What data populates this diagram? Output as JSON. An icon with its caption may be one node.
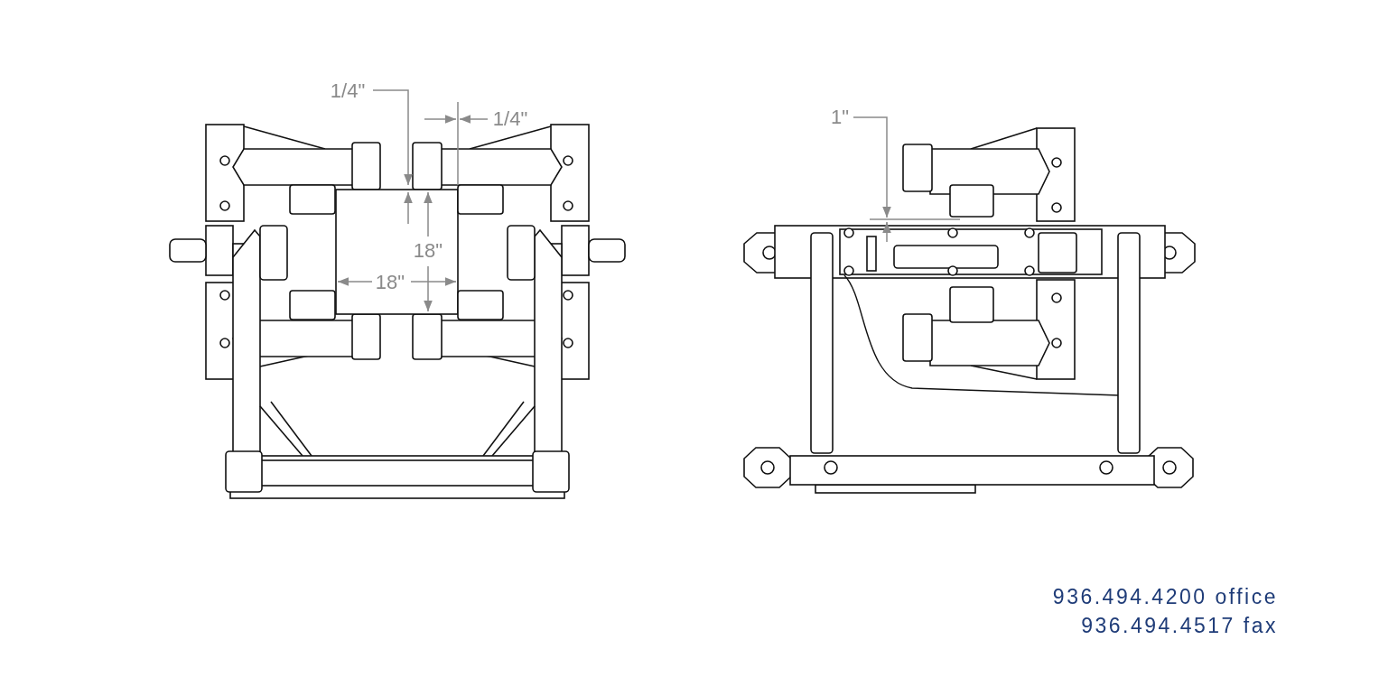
{
  "diagram": {
    "labels": [
      "1/4\"",
      "1/4\"",
      "18\"",
      "18\"",
      "1\"",
      "936.494.4200 office",
      "936.494.4517 fax"
    ]
  }
}
